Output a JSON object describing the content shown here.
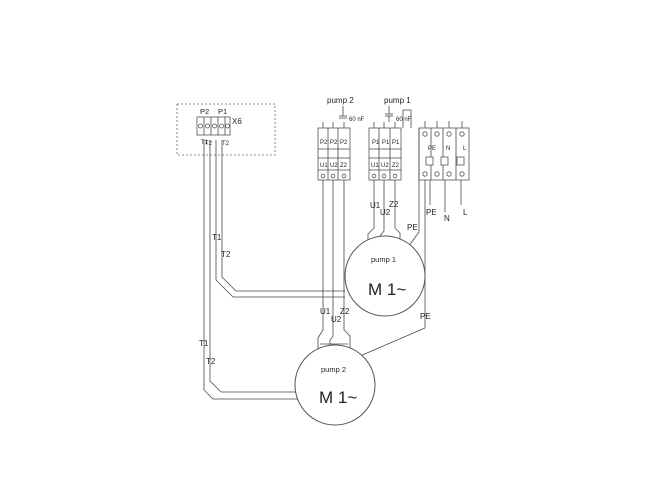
{
  "terminal_x6": {
    "title": "X6",
    "left_label": "P2",
    "right_label": "P1",
    "t1": "T1",
    "t2": "T2"
  },
  "pump2_block": {
    "title": "pump 2",
    "cap": "60 nF",
    "terminals": [
      "P2",
      "P2",
      "P2"
    ],
    "lower": [
      "U1",
      "U2",
      "Z2"
    ]
  },
  "pump1_block": {
    "title": "pump 1",
    "cap": "60 nF",
    "terminals": [
      "P1",
      "P1",
      "P1"
    ],
    "lower": [
      "U1",
      "U2",
      "Z2"
    ]
  },
  "mains": {
    "labels": [
      "PE",
      "N",
      "L"
    ]
  },
  "motor1": {
    "title": "pump 1",
    "label": "M 1~"
  },
  "motor2": {
    "title": "pump 2",
    "label": "M 1~"
  },
  "wire_labels": {
    "t1_upper": "T1",
    "t2_upper": "T2",
    "t1_lower": "T1",
    "t2_lower": "T2",
    "u1_p1": "U1",
    "u2_p1": "U2",
    "z2_p1": "Z2",
    "u1_p2": "U1",
    "u2_p2": "U2",
    "z2_p2": "Z2",
    "pe_upper": "PE",
    "pe_lower": "PE"
  }
}
